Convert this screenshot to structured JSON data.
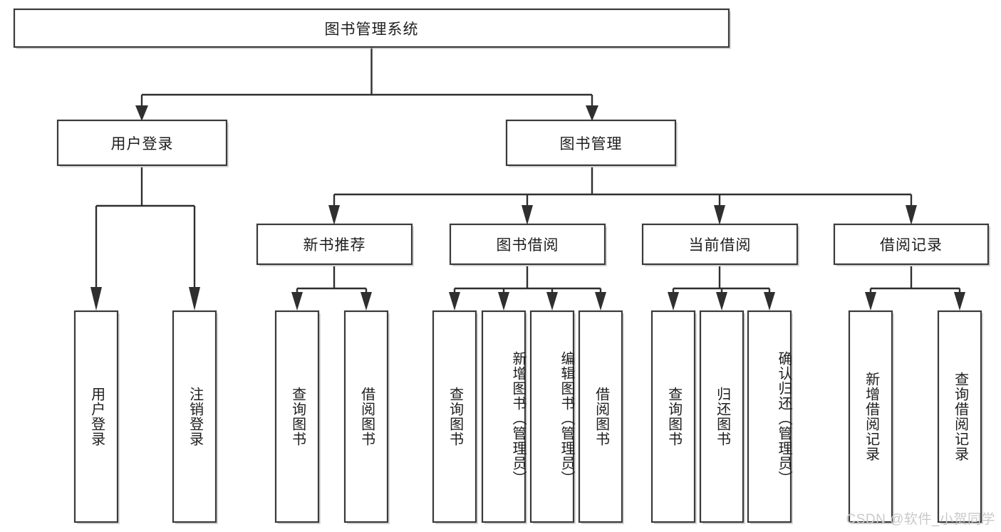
{
  "diagram": {
    "title": "图书管理系统",
    "type": "hierarchy-tree",
    "watermark": "CSDN @软件_小贺同学",
    "colors": {
      "box_fill": "#ffffff",
      "box_stroke": "#3a3a3a",
      "link": "#2f2f2f",
      "text": "#1d1d1d",
      "watermark": "#c9c9c9",
      "background": "#ffffff"
    },
    "root": {
      "label": "图书管理系统",
      "orientation": "horizontal"
    },
    "level1": [
      {
        "label": "用户登录",
        "orientation": "horizontal"
      },
      {
        "label": "图书管理",
        "orientation": "horizontal"
      }
    ],
    "level2": [
      {
        "label": "新书推荐",
        "orientation": "horizontal"
      },
      {
        "label": "图书借阅",
        "orientation": "horizontal"
      },
      {
        "label": "当前借阅",
        "orientation": "horizontal"
      },
      {
        "label": "借阅记录",
        "orientation": "horizontal"
      }
    ],
    "leaves": {
      "user_login": [
        {
          "label": "用户登录",
          "orientation": "vertical"
        },
        {
          "label": "注销登录",
          "orientation": "vertical"
        }
      ],
      "new_book_recommend": [
        {
          "label": "查询图书",
          "orientation": "vertical"
        },
        {
          "label": "借阅图书",
          "orientation": "vertical"
        }
      ],
      "book_borrow": [
        {
          "label": "查询图书",
          "orientation": "vertical"
        },
        {
          "label": "新增图书（管理员）",
          "orientation": "vertical"
        },
        {
          "label": "编辑图书（管理员）",
          "orientation": "vertical"
        },
        {
          "label": "借阅图书",
          "orientation": "vertical"
        }
      ],
      "current_borrow": [
        {
          "label": "查询图书",
          "orientation": "vertical"
        },
        {
          "label": "归还图书",
          "orientation": "vertical"
        },
        {
          "label": "确认归还（管理员）",
          "orientation": "vertical"
        }
      ],
      "borrow_record": [
        {
          "label": "新增借阅记录",
          "orientation": "vertical"
        },
        {
          "label": "查询借阅记录",
          "orientation": "vertical"
        }
      ]
    }
  }
}
